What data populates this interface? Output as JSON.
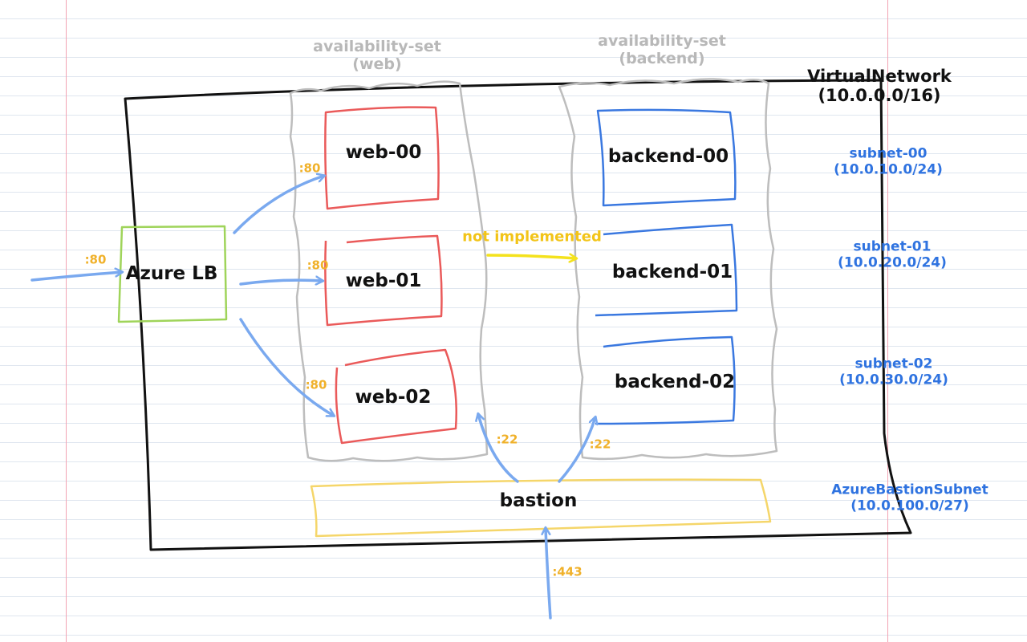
{
  "availability_sets": {
    "web": {
      "line1": "availability-set",
      "line2": "(web)"
    },
    "backend": {
      "line1": "availability-set",
      "line2": "(backend)"
    }
  },
  "vnet": {
    "name": "VirtualNetwork",
    "cidr": "(10.0.0.0/16)"
  },
  "subnets": [
    {
      "name": "subnet-00",
      "cidr": "(10.0.10.0/24)"
    },
    {
      "name": "subnet-01",
      "cidr": "(10.0.20.0/24)"
    },
    {
      "name": "subnet-02",
      "cidr": "(10.0.30.0/24)"
    },
    {
      "name": "AzureBastionSubnet",
      "cidr": "(10.0.100.0/27)"
    }
  ],
  "nodes": {
    "lb": "Azure LB",
    "web": [
      "web-00",
      "web-01",
      "web-02"
    ],
    "backend": [
      "backend-00",
      "backend-01",
      "backend-02"
    ],
    "bastion": "bastion"
  },
  "ports": {
    "lb_in": ":80",
    "web_00": ":80",
    "web_01": ":80",
    "web_02": ":80",
    "ssh_web": ":22",
    "ssh_backend": ":22",
    "https": ":443"
  },
  "note": "not implemented",
  "colors": {
    "vnet": "#111111",
    "lb": "#9fd45a",
    "web": "#ea5a5a",
    "backend": "#3a78e0",
    "bastion": "#f5d66a",
    "availability_set": "#bdbdbd",
    "arrow": "#7aa9ef",
    "note_arrow": "#f4e21c",
    "port": "#f0b12a"
  }
}
